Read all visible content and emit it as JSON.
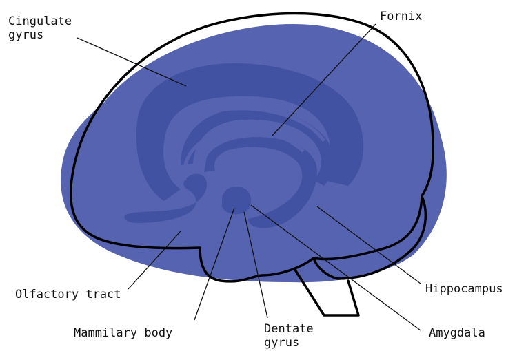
{
  "colors": {
    "blob": "#5563b0",
    "limbic": "#4152a2",
    "outline": "#000000",
    "leader": "#111111"
  },
  "labels": {
    "cingulate_gyrus": "Cingulate\ngyrus",
    "fornix": "Fornix",
    "olfactory_tract": "Olfactory tract",
    "mammillary_body": "Mammilary body",
    "dentate_gyrus": "Dentate\ngyrus",
    "amygdala": "Amygdala",
    "hippocampus": "Hippocampus"
  }
}
